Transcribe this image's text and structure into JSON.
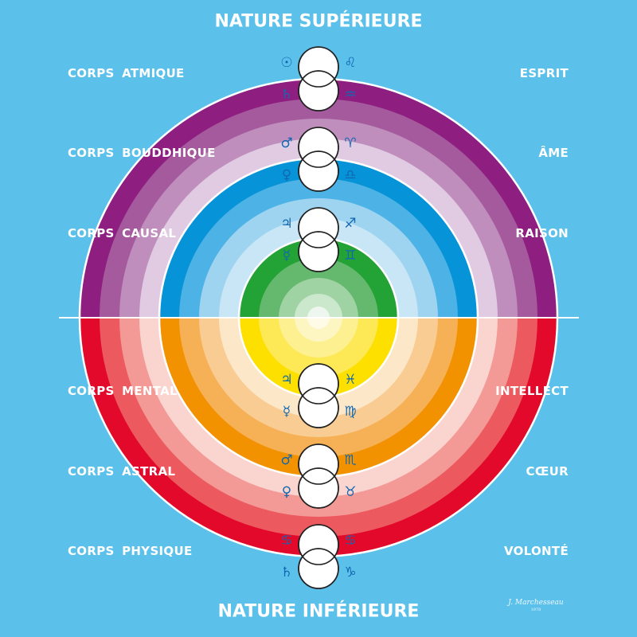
{
  "titles": {
    "top": "NATURE SUPÉRIEURE",
    "bottom": "NATURE INFÉRIEURE"
  },
  "left_labels": [
    "CORPS ATMIQUE",
    "CORPS BOUDDHIQUE",
    "CORPS CAUSAL",
    "CORPS MENTAL",
    "CORPS ASTRAL",
    "CORPS PHYSIQUE"
  ],
  "right_labels": [
    "ESPRIT",
    "ÂME",
    "RAISON",
    "INTELLECT",
    "CŒUR",
    "VOLONTÉ"
  ],
  "symbols": [
    {
      "left_top": "☉",
      "right_top": "♌",
      "left_bottom": "♄",
      "right_bottom": "♒"
    },
    {
      "left_top": "♂",
      "right_top": "♈",
      "left_bottom": "♀",
      "right_bottom": "♎"
    },
    {
      "left_top": "♃",
      "right_top": "♐",
      "left_bottom": "☿",
      "right_bottom": "♊"
    },
    {
      "left_top": "♃",
      "right_top": "♓",
      "left_bottom": "☿",
      "right_bottom": "♍"
    },
    {
      "left_top": "♂",
      "right_top": "♏",
      "left_bottom": "♀",
      "right_bottom": "♉"
    },
    {
      "left_top": "♋",
      "right_top": "♋",
      "left_bottom": "♄",
      "right_bottom": "♑"
    }
  ],
  "signature": {
    "name": "J. Marchesseau",
    "year": "1978"
  },
  "colors": {
    "background": "#5bc0ea",
    "upper_bands": [
      "#8e1f80",
      "#a45a9c",
      "#bf8ebd",
      "#e0cbe2",
      "#0793d8",
      "#4db2e6",
      "#9fd4f1",
      "#c9e6f6",
      "#23a235",
      "#64b96e",
      "#9fd3a4",
      "#cbe8cd",
      "#eef7ef"
    ],
    "lower_bands": [
      "#e2092b",
      "#ec5a5f",
      "#f39a96",
      "#fad4cf",
      "#f39200",
      "#f6b055",
      "#f9cc93",
      "#fde7c9",
      "#fde000",
      "#fde955",
      "#fdf090",
      "#fef6c2",
      "#fffbe6"
    ],
    "symbol": "#1268b0"
  }
}
